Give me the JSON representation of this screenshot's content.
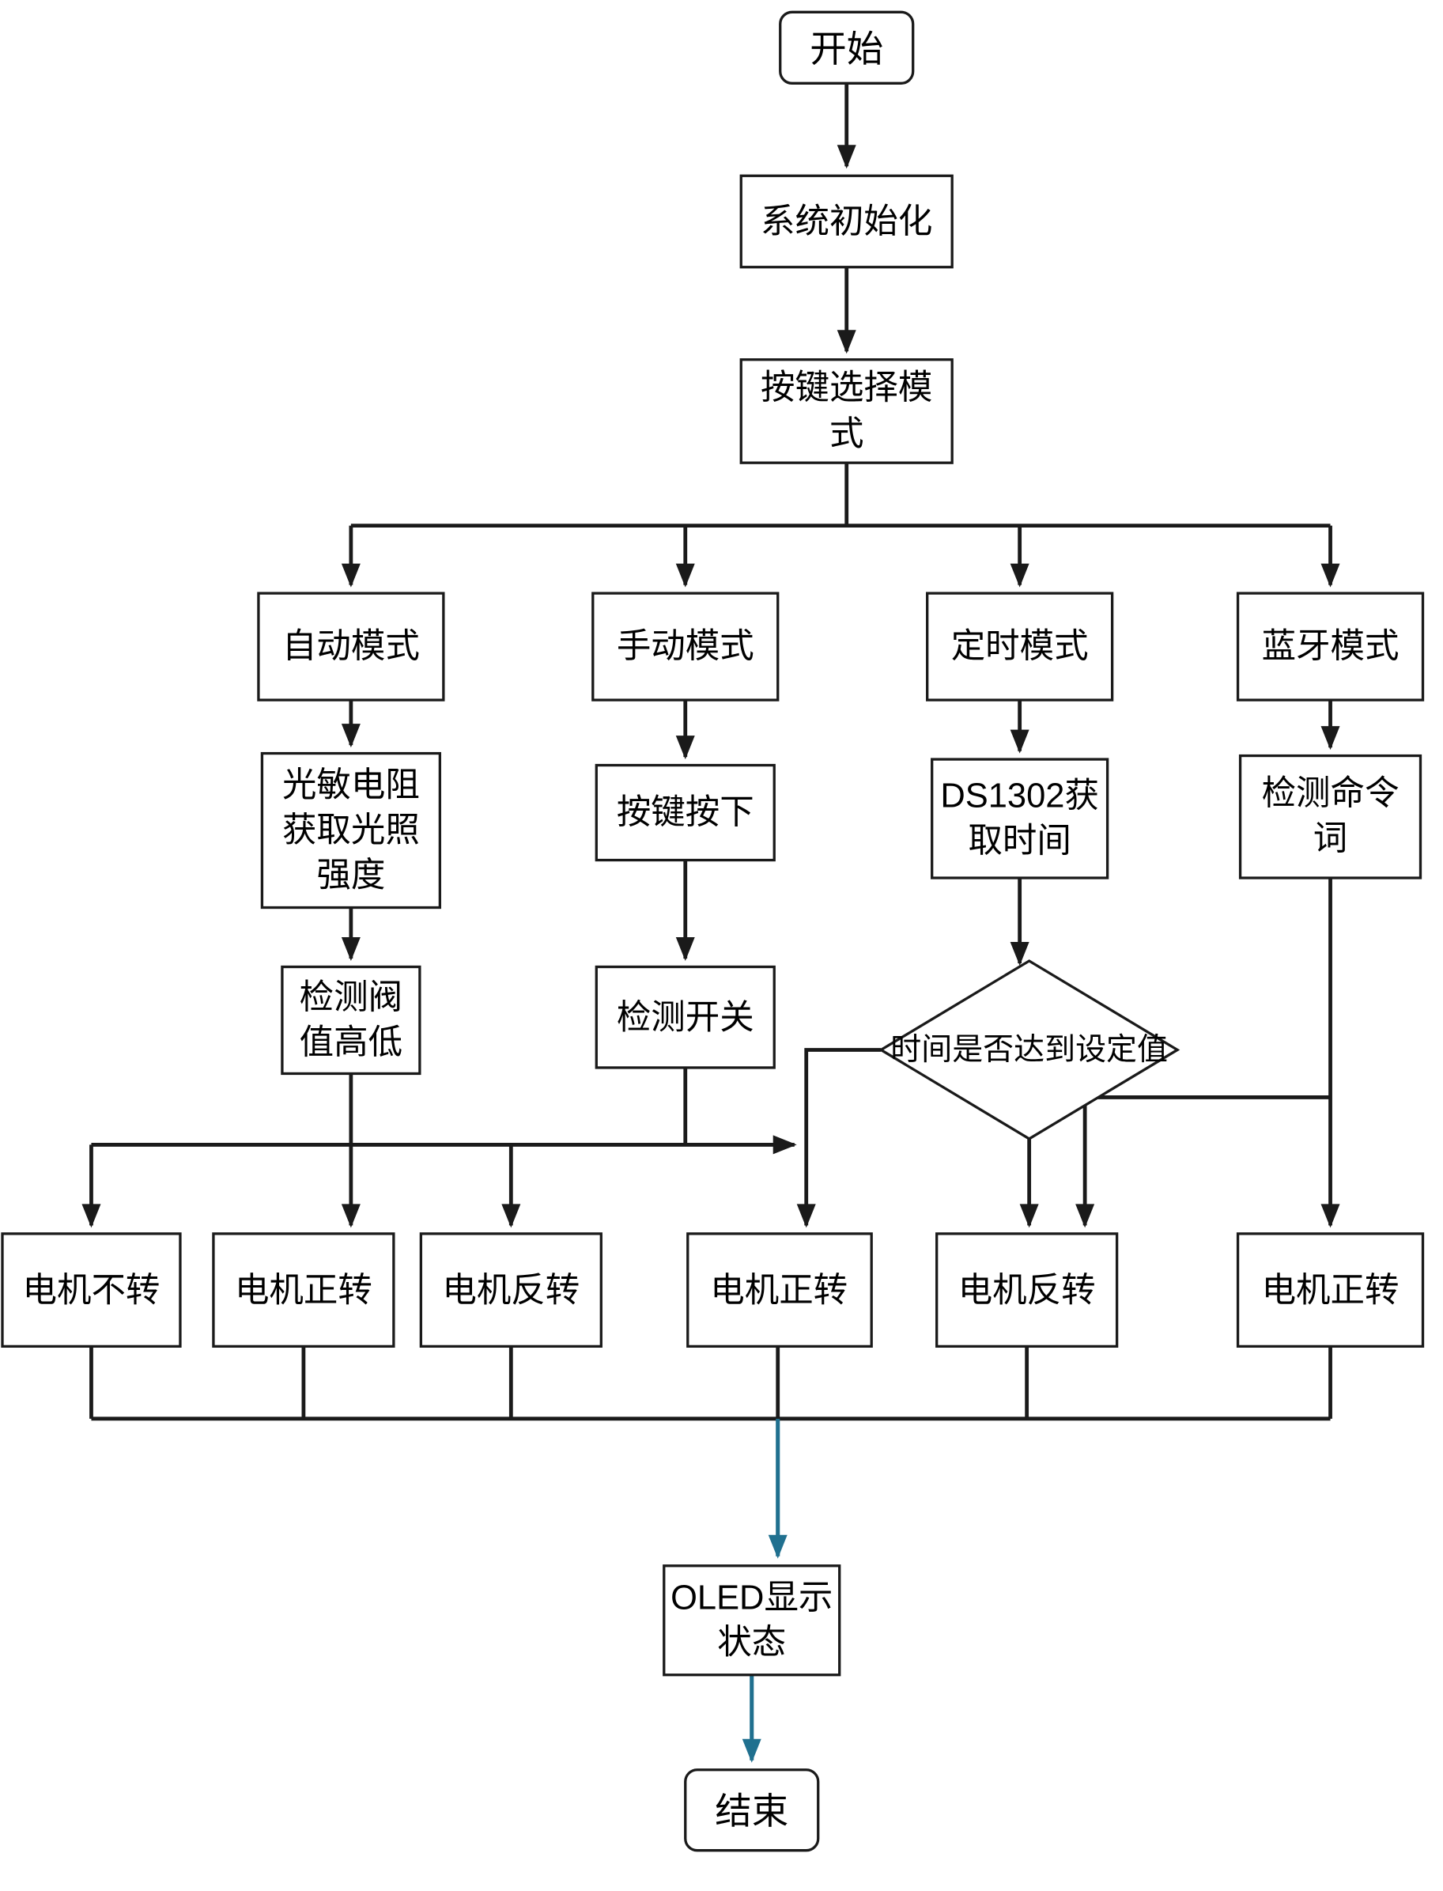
{
  "colors": {
    "line": "#1a1a1a",
    "accent": "#20708f"
  },
  "nodes": {
    "start": {
      "label": "开始"
    },
    "init": {
      "label": "系统初始化"
    },
    "mode_select": {
      "lines": [
        "按键选择模",
        "式"
      ]
    },
    "auto_mode": {
      "label": "自动模式"
    },
    "manual_mode": {
      "label": "手动模式"
    },
    "timer_mode": {
      "label": "定时模式"
    },
    "bluetooth_mode": {
      "label": "蓝牙模式"
    },
    "photoresistor": {
      "lines": [
        "光敏电阻",
        "获取光照",
        "强度"
      ]
    },
    "key_press": {
      "label": "按键按下"
    },
    "ds1302": {
      "lines": [
        "DS1302获",
        "取时间"
      ]
    },
    "command_word": {
      "lines": [
        "检测命令",
        "词"
      ]
    },
    "threshold": {
      "lines": [
        "检测阀",
        "值高低"
      ]
    },
    "switch_check": {
      "label": "检测开关"
    },
    "time_decision": {
      "label": "时间是否达到设定值"
    },
    "motor_stop": {
      "label": "电机不转"
    },
    "motor_forward_auto": {
      "label": "电机正转"
    },
    "motor_reverse_auto": {
      "label": "电机反转"
    },
    "motor_forward_manual": {
      "label": "电机正转"
    },
    "motor_reverse_timer": {
      "label": "电机反转"
    },
    "motor_forward_bt": {
      "label": "电机正转"
    },
    "oled": {
      "lines": [
        "OLED显示",
        "状态"
      ]
    },
    "end": {
      "label": "结束"
    }
  }
}
